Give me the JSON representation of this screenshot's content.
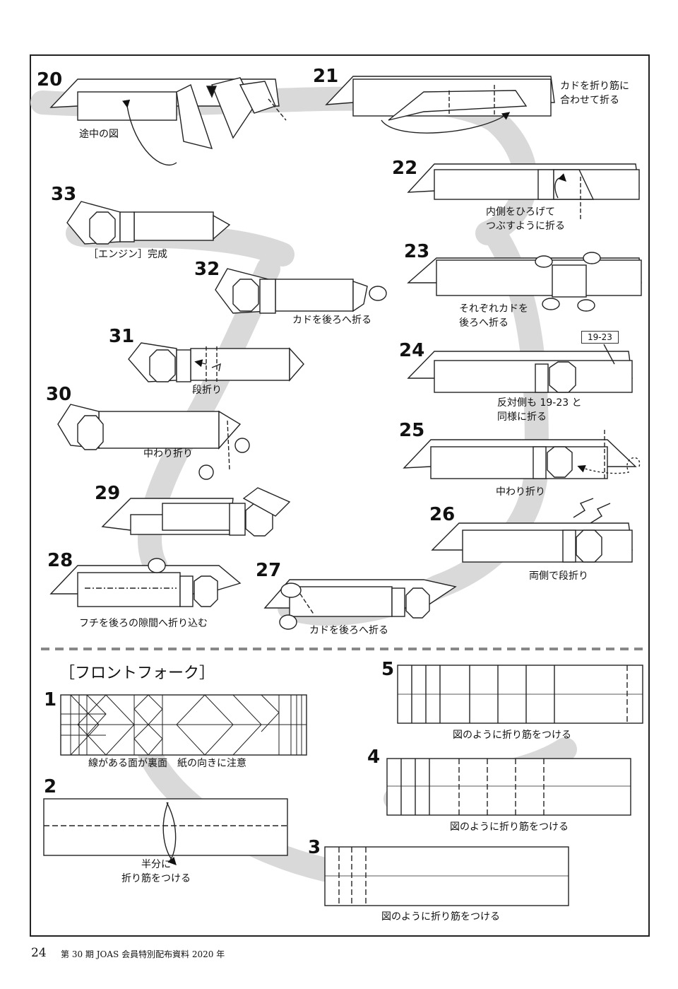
{
  "steps": {
    "s20": {
      "num": "20",
      "label": "途中の図"
    },
    "s21": {
      "num": "21",
      "label": "カドを折り筋に\n合わせて折る"
    },
    "s22": {
      "num": "22",
      "label": "内側をひろげて\nつぶすように折る"
    },
    "s23": {
      "num": "23",
      "label": "それぞれカドを\n後ろへ折る"
    },
    "s24": {
      "num": "24",
      "label": "反対側も 19-23 と\n同様に折る",
      "ref": "19-23"
    },
    "s25": {
      "num": "25",
      "label": "中わり折り"
    },
    "s26": {
      "num": "26",
      "label": "両側で段折り"
    },
    "s27": {
      "num": "27",
      "label": "カドを後ろへ折る"
    },
    "s28": {
      "num": "28",
      "label": "フチを後ろの隙間へ折り込む"
    },
    "s29": {
      "num": "29",
      "label": ""
    },
    "s30": {
      "num": "30",
      "label": "中わり折り"
    },
    "s31": {
      "num": "31",
      "label": "段折り"
    },
    "s32": {
      "num": "32",
      "label": "カドを後ろへ折る"
    },
    "s33": {
      "num": "33",
      "label": "［エンジン］完成"
    }
  },
  "front_fork": {
    "title": "［フロントフォーク］",
    "f1": {
      "num": "1",
      "label": "線がある面が裏面　紙の向きに注意"
    },
    "f2": {
      "num": "2",
      "label": "半分に\n折り筋をつける"
    },
    "f3": {
      "num": "3",
      "label": "図のように折り筋をつける"
    },
    "f4": {
      "num": "4",
      "label": "図のように折り筋をつける"
    },
    "f5": {
      "num": "5",
      "label": "図のように折り筋をつける"
    }
  },
  "footer": {
    "page_number": "24",
    "publication": "第 30 期 JOAS 会員特別配布資料 2020 年"
  }
}
